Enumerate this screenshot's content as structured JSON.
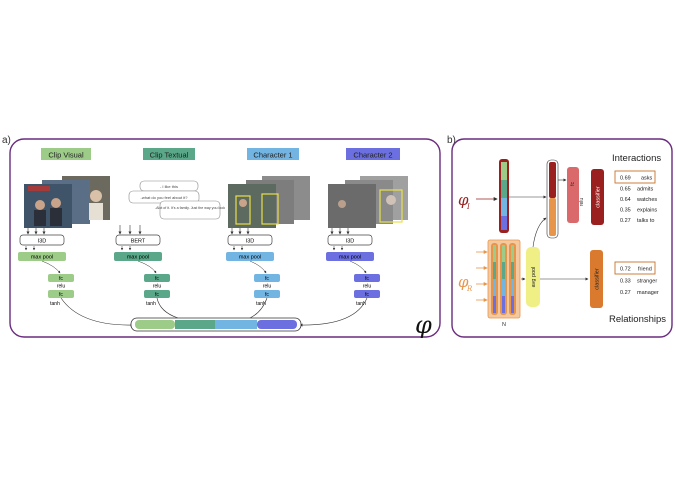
{
  "panel_a": {
    "label": "a)",
    "columns": [
      {
        "title": "Clip Visual",
        "color": "#9ccc88",
        "encoder": "I3D",
        "pool": "max pool",
        "layers": [
          "fc",
          "relu",
          "fc",
          "tanh"
        ]
      },
      {
        "title": "Clip Textual",
        "color": "#5aa889",
        "encoder": "BERT",
        "pool": "max pool",
        "layers": [
          "fc",
          "relu",
          "fc",
          "tanh"
        ]
      },
      {
        "title": "Character 1",
        "color": "#72b4e2",
        "encoder": "I3D",
        "pool": "max pool",
        "layers": [
          "fc",
          "relu",
          "fc",
          "tanh"
        ]
      },
      {
        "title": "Character 2",
        "color": "#6b6fe0",
        "encoder": "I3D",
        "pool": "max pool",
        "layers": [
          "fc",
          "relu",
          "fc",
          "tanh"
        ]
      }
    ],
    "dialog": [
      "- I like this",
      "-what do you feel about it?",
      "-Alot of it. It's a family. Just the way you look"
    ],
    "phi": "φ"
  },
  "panel_b": {
    "label": "b)",
    "phi_i": "φ",
    "phi_i_sub": "I",
    "phi_r": "φ",
    "phi_r_sub": "R",
    "n_label": "N",
    "avg_pool": "avg pool",
    "fc": "fc",
    "relu": "relu",
    "classifier": "classifier",
    "interactions_title": "Interactions",
    "relationships_title": "Relationships",
    "interactions": [
      {
        "score": "0.69",
        "label": "asks",
        "highlight": true
      },
      {
        "score": "0.65",
        "label": "admits",
        "highlight": false
      },
      {
        "score": "0.64",
        "label": "watches",
        "highlight": false
      },
      {
        "score": "0.35",
        "label": "explains",
        "highlight": false
      },
      {
        "score": "0.27",
        "label": "talks to",
        "highlight": false
      }
    ],
    "relationships": [
      {
        "score": "0.72",
        "label": "friend",
        "highlight": true
      },
      {
        "score": "0.33",
        "label": "stranger",
        "highlight": false
      },
      {
        "score": "0.27",
        "label": "manager",
        "highlight": false
      }
    ]
  },
  "colors": {
    "frame": "#6a2c7e",
    "clip_visual": "#9ccc88",
    "clip_textual": "#5aa889",
    "character_1": "#72b4e2",
    "character_2": "#6b6fe0",
    "orange": "#e8954c",
    "dark_red": "#9a2020",
    "salmon": "#d9696a",
    "yellow": "#f0ef86",
    "classifier_orange": "#d97a2e"
  }
}
